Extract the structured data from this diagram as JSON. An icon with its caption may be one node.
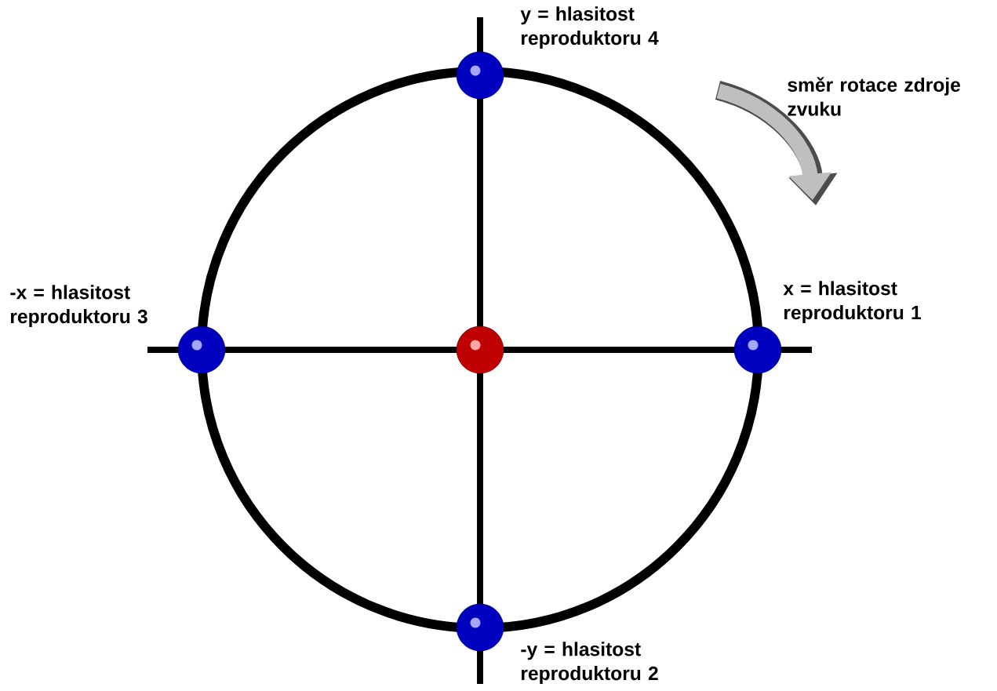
{
  "diagram": {
    "nodes": [
      {
        "text": [],
        "shape": "circle",
        "beside": [
          "y = hlasitost reproduktoru 4"
        ]
      },
      {
        "text": [],
        "shape": "circle",
        "beside": [
          "-x = hlasitost reproduktoru 3"
        ]
      },
      {
        "text": [],
        "shape": "circle"
      },
      {
        "text": [],
        "shape": "circle",
        "beside": [
          "x = hlasitost reproduktoru 1"
        ]
      },
      {
        "text": [],
        "shape": "circle",
        "beside": [
          "-y = hlasitost reproduktoru 2"
        ]
      }
    ],
    "labels": [
      "směr rotace zdroje zvuku"
    ]
  }
}
